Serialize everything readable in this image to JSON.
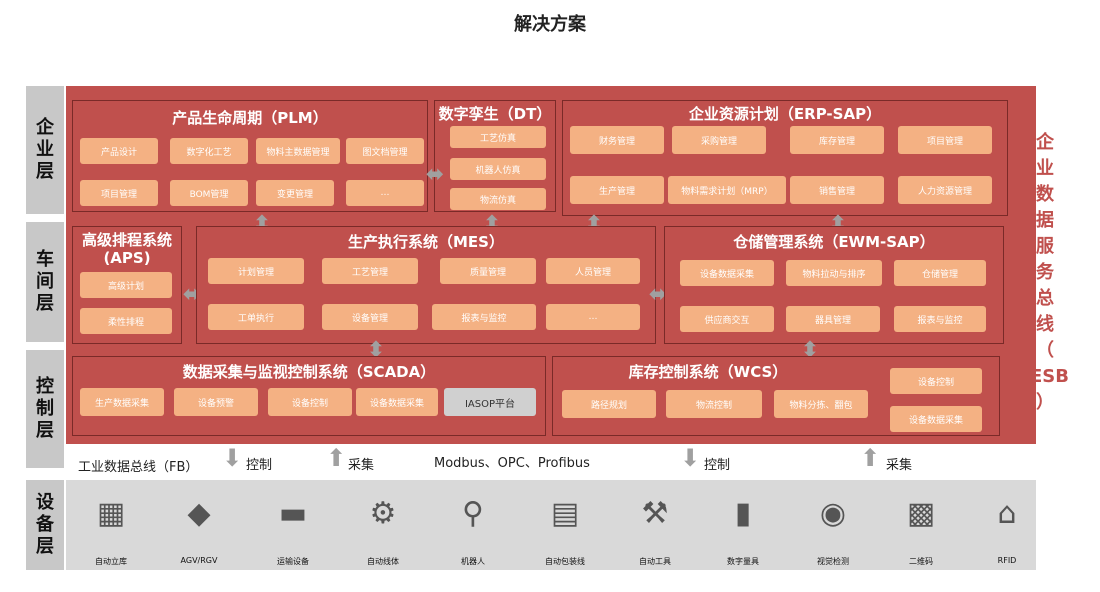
{
  "title": "解决方案",
  "layers": {
    "enterprise": "企\n业\n层",
    "workshop": "车\n间\n层",
    "control": "控\n制\n层",
    "device": "设\n备\n层"
  },
  "esb": "企\n业\n数\n据\n服\n务\n总\n线\n（\nESB\n）",
  "plm": {
    "title": "产品生命周期（PLM）",
    "items": [
      "产品设计",
      "数字化工艺",
      "物料主数据管理",
      "图文档管理",
      "项目管理",
      "BOM管理",
      "变更管理",
      "…"
    ]
  },
  "dt": {
    "title": "数字孪生（DT）",
    "items": [
      "工艺仿真",
      "机器人仿真",
      "物流仿真"
    ]
  },
  "erp": {
    "title": "企业资源计划（ERP-SAP）",
    "items": [
      "财务管理",
      "采购管理",
      "库存管理",
      "项目管理",
      "生产管理",
      "物料需求计划（MRP）",
      "销售管理",
      "人力资源管理"
    ]
  },
  "aps": {
    "title": "高级排程系统\n(APS)",
    "items": [
      "高级计划",
      "柔性排程"
    ]
  },
  "mes": {
    "title": "生产执行系统（MES）",
    "items": [
      "计划管理",
      "工艺管理",
      "质量管理",
      "人员管理",
      "工单执行",
      "设备管理",
      "报表与监控",
      "…"
    ]
  },
  "ewm": {
    "title": "仓储管理系统（EWM-SAP）",
    "items": [
      "设备数据采集",
      "物料拉动与排序",
      "仓储管理",
      "供应商交互",
      "器具管理",
      "报表与监控"
    ]
  },
  "scada": {
    "title": "数据采集与监视控制系统（SCADA）",
    "items": [
      "生产数据采集",
      "设备预警",
      "设备控制",
      "设备数据采集"
    ],
    "platform": "IASOP平台"
  },
  "wcs": {
    "title": "库存控制系统（WCS）",
    "items": [
      "路径规划",
      "物流控制",
      "物料分拣、翻包",
      "设备控制",
      "设备数据采集"
    ]
  },
  "bus": {
    "fb": "工业数据总线（FB）",
    "ctrl1": "控制",
    "col1": "采集",
    "protocols": "Modbus、OPC、Profibus",
    "ctrl2": "控制",
    "col2": "采集"
  },
  "devices": [
    {
      "label": "自动立库",
      "icon": "warehouse-icon"
    },
    {
      "label": "AGV/RGV",
      "icon": "agv-icon"
    },
    {
      "label": "运输设备",
      "icon": "conveyor-icon"
    },
    {
      "label": "自动线体",
      "icon": "production-line-icon"
    },
    {
      "label": "机器人",
      "icon": "robot-icon"
    },
    {
      "label": "自动包装线",
      "icon": "packaging-line-icon"
    },
    {
      "label": "自动工具",
      "icon": "tool-icon"
    },
    {
      "label": "数字量具",
      "icon": "gauge-icon"
    },
    {
      "label": "视觉检测",
      "icon": "camera-icon"
    },
    {
      "label": "二维码",
      "icon": "qrcode-icon"
    },
    {
      "label": "RFID",
      "icon": "rfid-icon"
    }
  ],
  "colors": {
    "red": "#c0504d",
    "orange": "#f4b183",
    "gray": "#c8c8c8"
  }
}
